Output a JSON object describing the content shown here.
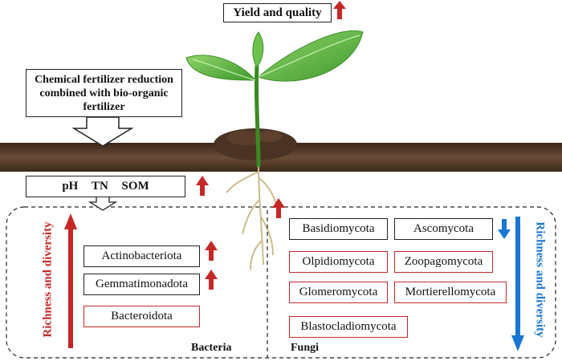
{
  "top": {
    "yield_label": "Yield and quality",
    "treatment_label": "Chemical fertilizer reduction combined with bio-organic fertilizer"
  },
  "soil_props": {
    "items": [
      "pH",
      "TN",
      "SOM"
    ]
  },
  "bacteria": {
    "section_label": "Bacteria",
    "richness_label": "Richness and diversity",
    "phyla": [
      "Actinobacteriota",
      "Gemmatimonadota",
      "Bacteroidota"
    ]
  },
  "fungi": {
    "section_label": "Fungi",
    "richness_label": "Richness and diversity",
    "phyla": [
      "Basidiomycota",
      "Ascomycota",
      "Olpidiomycota",
      "Zoopagomycota",
      "Glomeromycota",
      "Mortierellomycota",
      "Blastocladiomycota"
    ]
  },
  "colors": {
    "increase": "#c62828",
    "decrease": "#1976d2",
    "soil": "#4a3324",
    "leaf": "#6cc04a"
  }
}
